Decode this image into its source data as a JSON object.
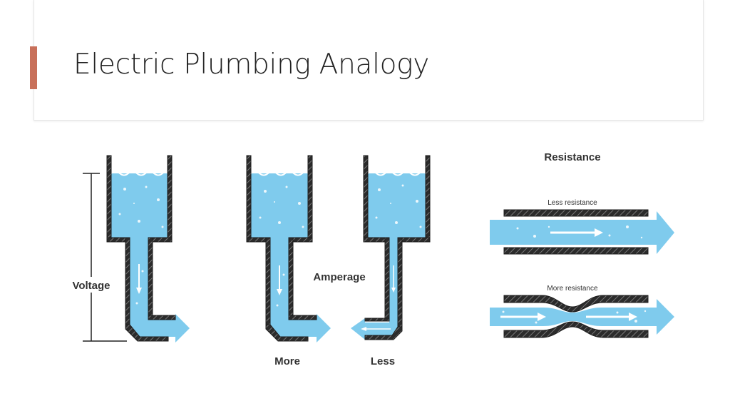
{
  "slide": {
    "title": "Electric Plumbing Analogy"
  },
  "diagram": {
    "labels": {
      "voltage": "Voltage",
      "amperage": "Amperage",
      "more": "More",
      "less": "Less",
      "resistance": "Resistance",
      "less_resistance": "Less resistance",
      "more_resistance": "More resistance"
    },
    "colors": {
      "water": "#7fcbed",
      "pipe_wall": "#2b2b2b",
      "flow_arrow": "#ffffff",
      "accent": "#c8705a"
    }
  }
}
